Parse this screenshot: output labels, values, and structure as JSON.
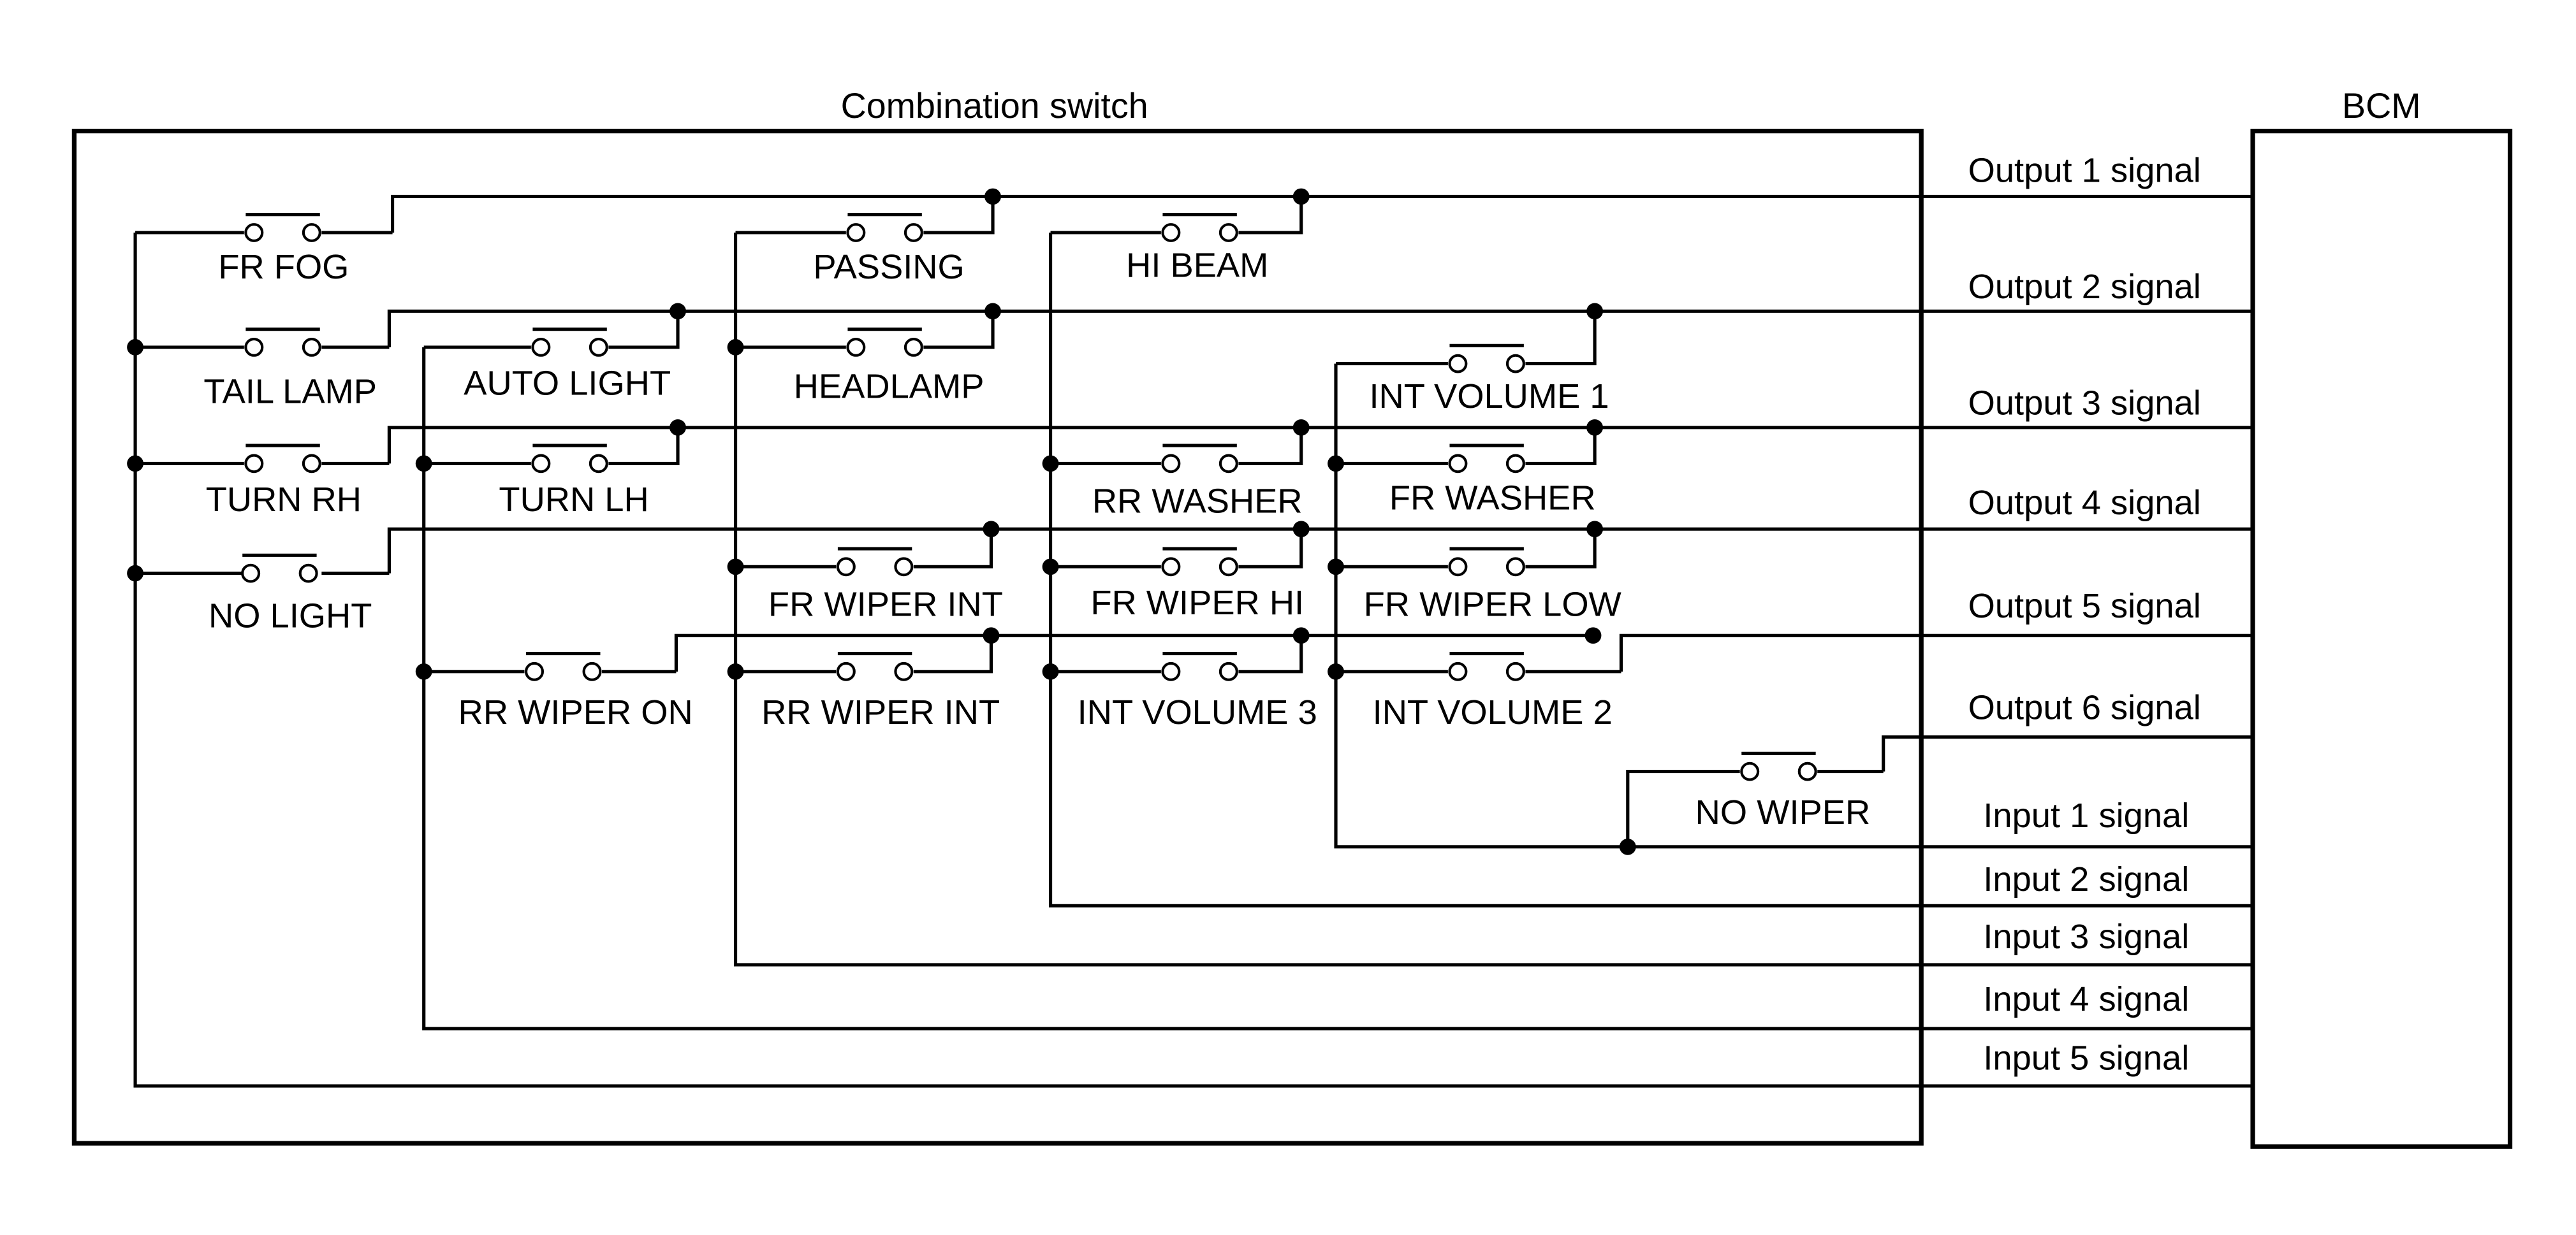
{
  "title_combination_switch": "Combination switch",
  "title_bcm": "BCM",
  "switches": [
    {
      "label": "FR FOG"
    },
    {
      "label": "TAIL LAMP"
    },
    {
      "label": "TURN RH"
    },
    {
      "label": "NO LIGHT"
    },
    {
      "label": "AUTO LIGHT"
    },
    {
      "label": "TURN LH"
    },
    {
      "label": "RR WIPER ON"
    },
    {
      "label": "PASSING"
    },
    {
      "label": "HEADLAMP"
    },
    {
      "label": "FR WIPER INT"
    },
    {
      "label": "RR WIPER INT"
    },
    {
      "label": "HI BEAM"
    },
    {
      "label": "RR WASHER"
    },
    {
      "label": "FR WIPER HI"
    },
    {
      "label": "INT VOLUME 3"
    },
    {
      "label": "INT VOLUME 1"
    },
    {
      "label": "FR WASHER"
    },
    {
      "label": "FR WIPER LOW"
    },
    {
      "label": "INT VOLUME 2"
    },
    {
      "label": "NO WIPER"
    }
  ],
  "signals": [
    {
      "label": "Output 1 signal"
    },
    {
      "label": "Output 2 signal"
    },
    {
      "label": "Output 3 signal"
    },
    {
      "label": "Output 4 signal"
    },
    {
      "label": "Output 5 signal"
    },
    {
      "label": "Output 6 signal"
    },
    {
      "label": "Input 1 signal"
    },
    {
      "label": "Input 2 signal"
    },
    {
      "label": "Input 3 signal"
    },
    {
      "label": "Input 4 signal"
    },
    {
      "label": "Input 5 signal"
    }
  ]
}
